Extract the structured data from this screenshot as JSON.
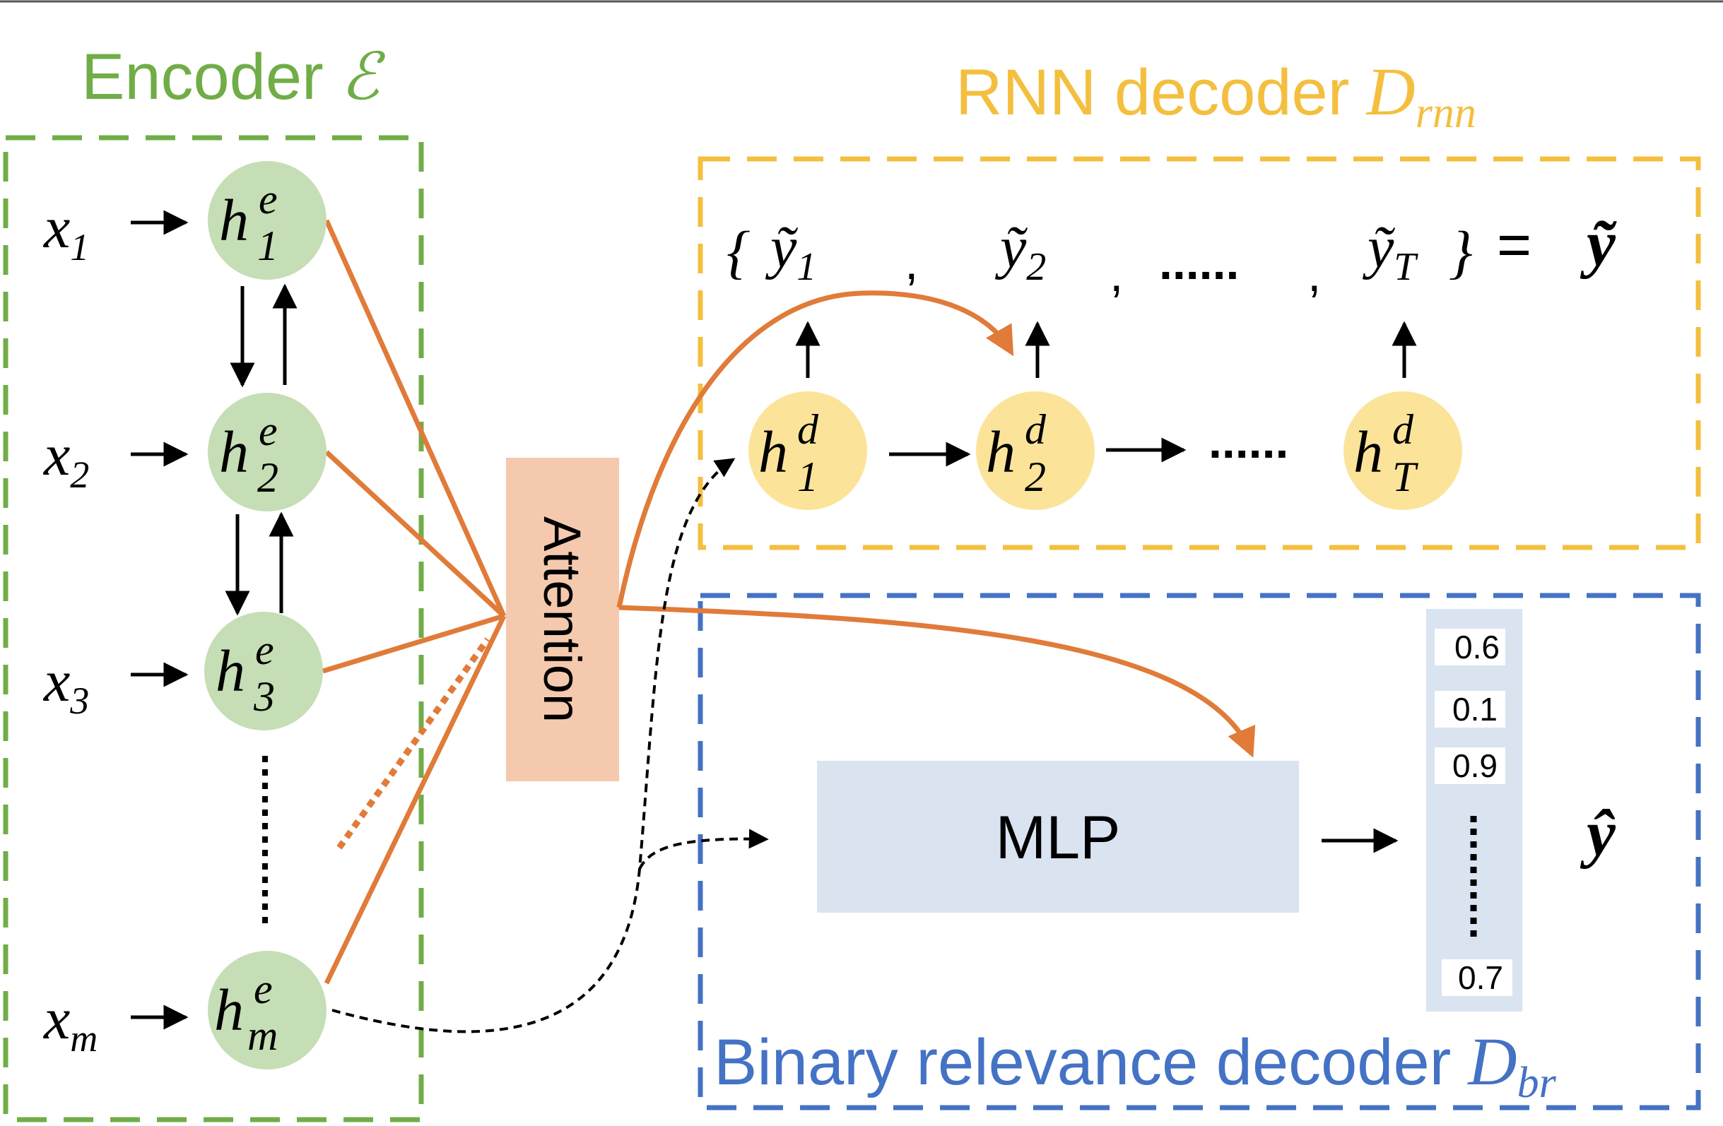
{
  "colors": {
    "encoder": "#70ad47",
    "encoder_node": "#c5deb5",
    "rnn": "#f4bf3f",
    "rnn_node": "#fbe49a",
    "binary": "#4472c4",
    "attention": "#f4c9ae",
    "mlp": "#dae3f0",
    "score_column": "#dae3f0",
    "orange_line": "#e07b39"
  },
  "encoder": {
    "title": "Encoder",
    "symbol": "ℰ",
    "inputs": [
      {
        "base": "x",
        "sub": "1"
      },
      {
        "base": "x",
        "sub": "2"
      },
      {
        "base": "x",
        "sub": "3"
      },
      {
        "base": "x",
        "sub": "m"
      }
    ],
    "nodes": [
      {
        "base": "h",
        "sup": "e",
        "sub": "1"
      },
      {
        "base": "h",
        "sup": "e",
        "sub": "2"
      },
      {
        "base": "h",
        "sup": "e",
        "sub": "3"
      },
      {
        "base": "h",
        "sup": "e",
        "sub": "m"
      }
    ]
  },
  "attention": {
    "label": "Attention"
  },
  "rnn_decoder": {
    "title": "RNN decoder",
    "symbol": "D",
    "symbol_sub": "rnn",
    "outputs": {
      "open_brace": "{",
      "items": [
        {
          "base": "ỹ",
          "sub": "1"
        },
        {
          "base": "ỹ",
          "sub": "2"
        },
        {
          "base": "ỹ",
          "sub": "T"
        }
      ],
      "comma": ",",
      "ellipsis": "......",
      "close_brace": "}",
      "equals": "=",
      "result": "ỹ"
    },
    "nodes": [
      {
        "base": "h",
        "sup": "d",
        "sub": "1"
      },
      {
        "base": "h",
        "sup": "d",
        "sub": "2"
      },
      {
        "base": "h",
        "sup": "d",
        "sub": "T"
      }
    ],
    "node_ellipsis": "......"
  },
  "binary_decoder": {
    "title": "Binary relevance decoder",
    "symbol": "D",
    "symbol_sub": "br",
    "mlp_label": "MLP",
    "scores": [
      "0.6",
      "0.1",
      "0.9",
      "0.7"
    ],
    "output_symbol": "ŷ"
  }
}
